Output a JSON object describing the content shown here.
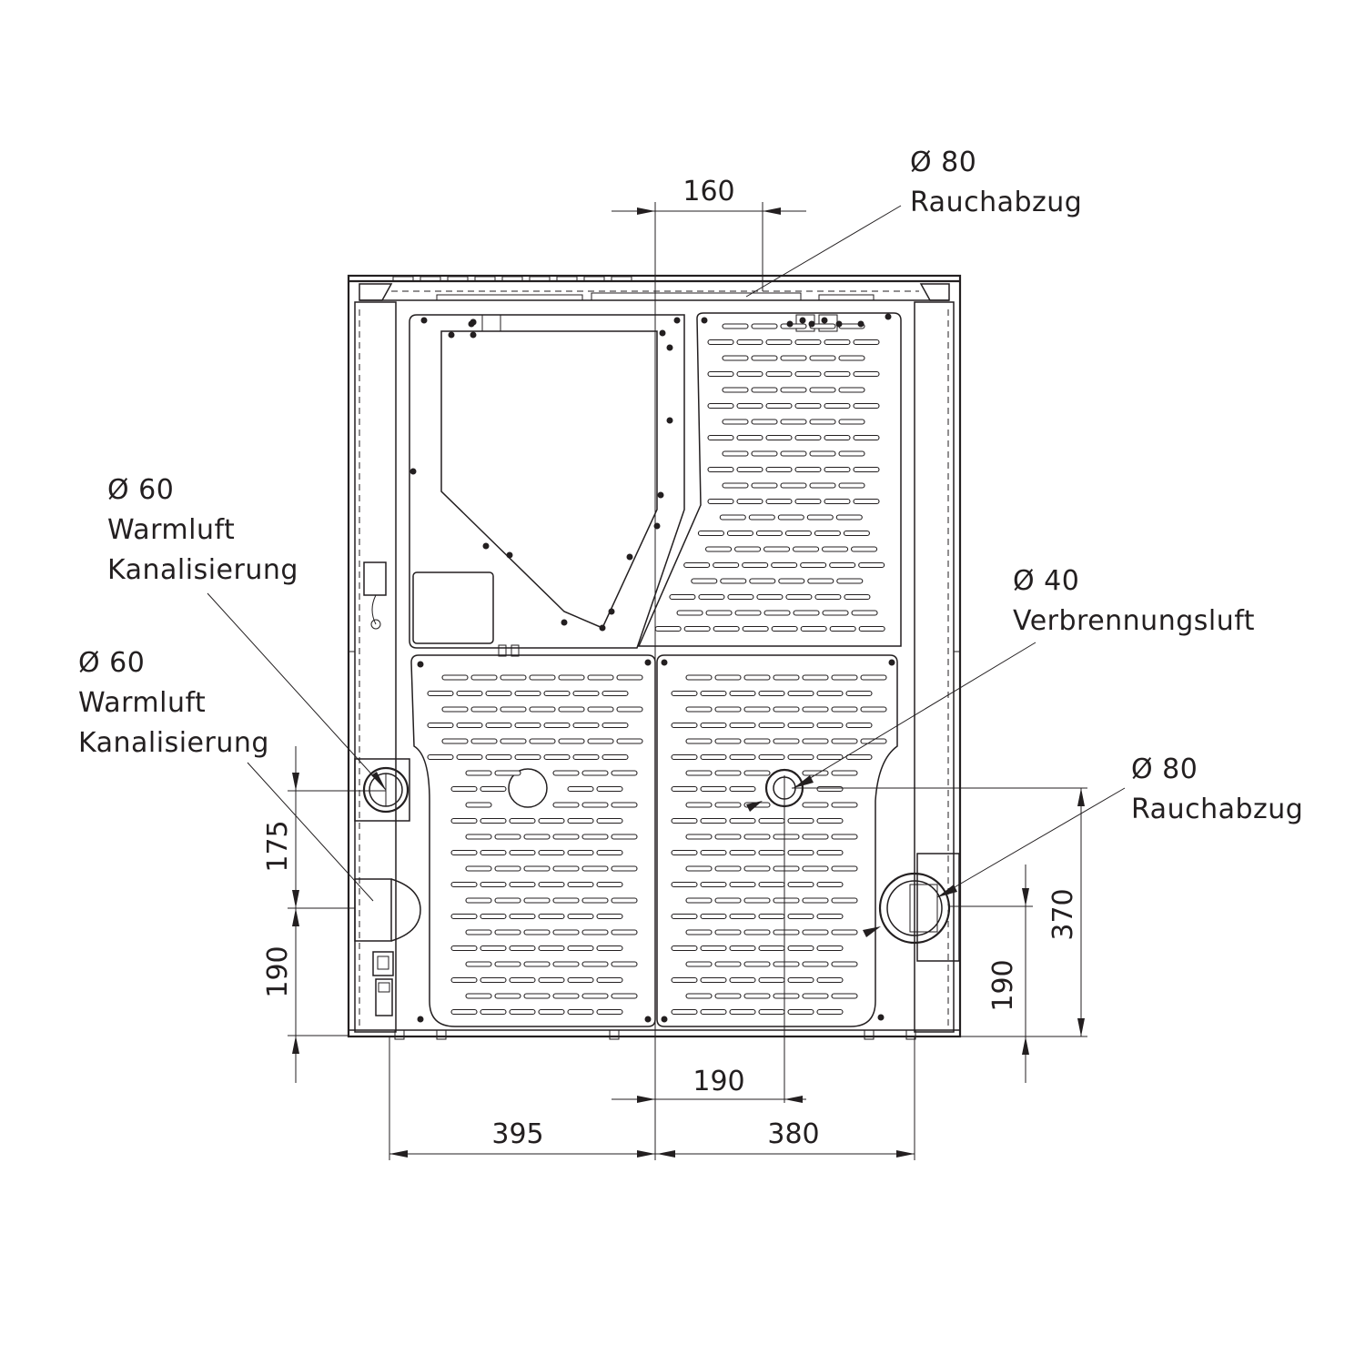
{
  "labels": {
    "smoke_top": {
      "diameter": "Ø 80",
      "name": "Rauchabzug"
    },
    "warm_air_1": {
      "diameter": "Ø 60",
      "line1": "Warmluft",
      "line2": "Kanalisierung"
    },
    "warm_air_2": {
      "diameter": "Ø 60",
      "line1": "Warmluft",
      "line2": "Kanalisierung"
    },
    "combustion": {
      "diameter": "Ø 40",
      "name": "Verbrennungsluft"
    },
    "smoke_side": {
      "diameter": "Ø 80",
      "name": "Rauchabzug"
    }
  },
  "dimensions": {
    "top_offset": "160",
    "left_vertical_upper": "175",
    "left_vertical_lower": "190",
    "right_vertical_inner": "190",
    "right_vertical_outer": "370",
    "bottom_offset": "190",
    "bottom_left": "395",
    "bottom_right": "380"
  }
}
